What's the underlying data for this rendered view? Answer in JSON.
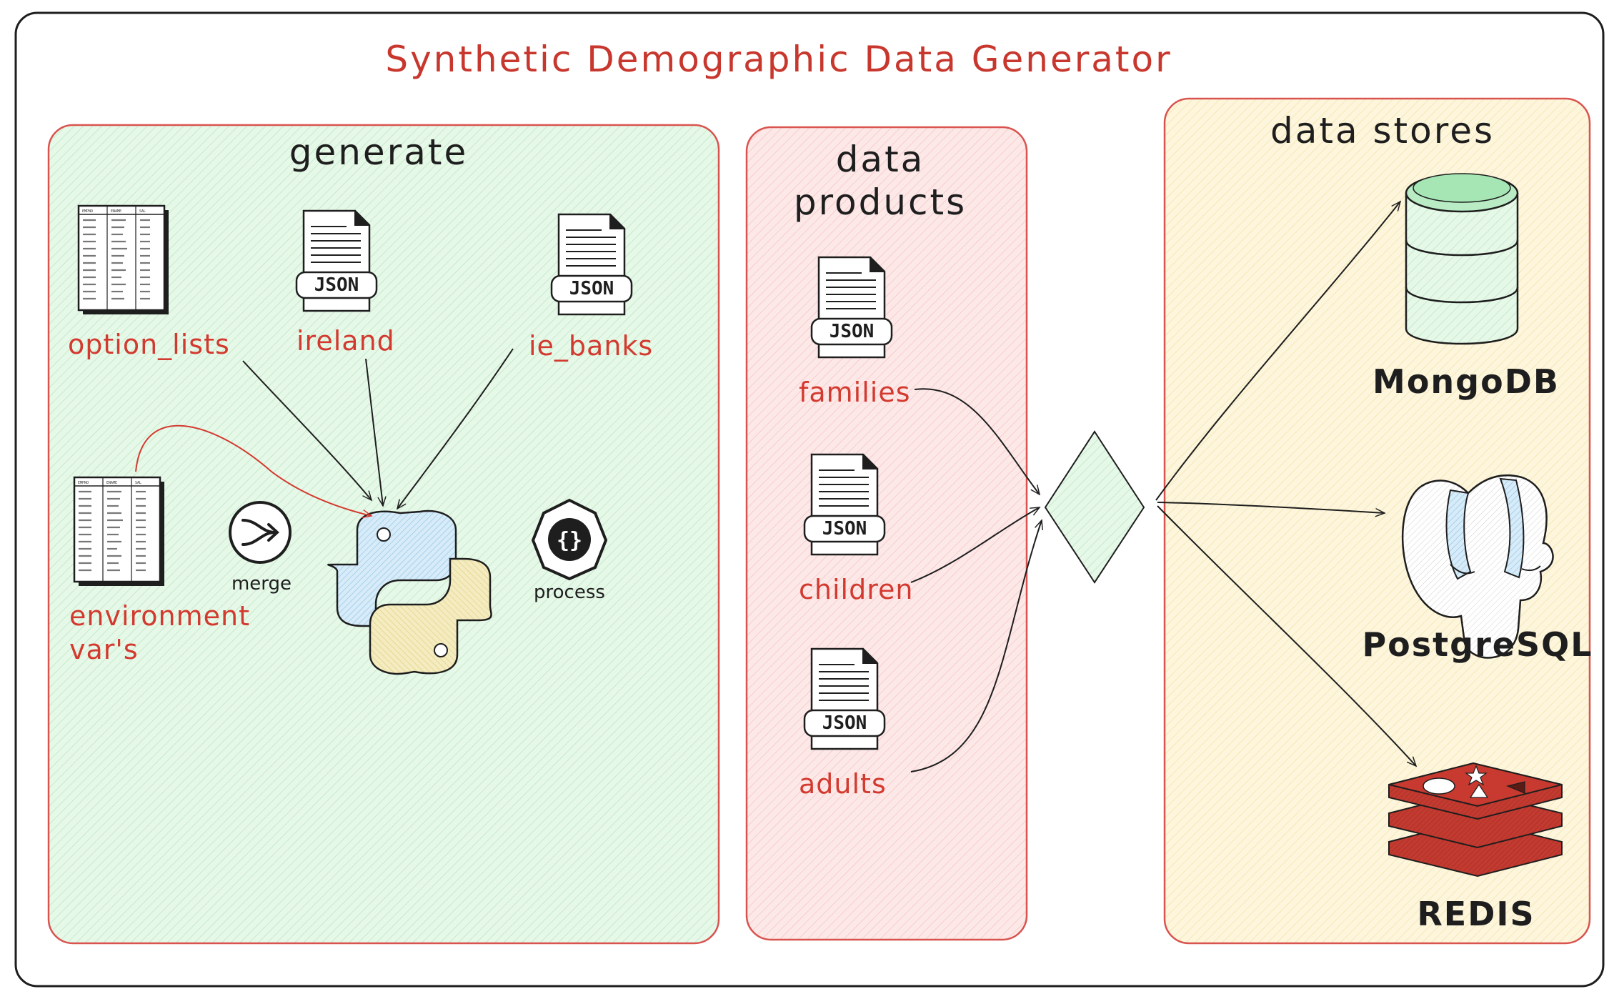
{
  "title": "Synthetic Demographic Data Generator",
  "sections": {
    "generate": "generate",
    "data_products_line1": "data",
    "data_products_line2": "products",
    "data_stores": "data stores"
  },
  "generate": {
    "option_lists": "option_lists",
    "ireland": "ireland",
    "ie_banks": "ie_banks",
    "environment_line1": "environment",
    "environment_line2": "var's",
    "merge": "merge",
    "process": "process",
    "process_glyph": "{}",
    "table_header": [
      "EMPNO",
      "ENAME",
      "SAL"
    ],
    "json_tag": "JSON"
  },
  "products": {
    "families": "families",
    "children": "children",
    "adults": "adults",
    "json_tag": "JSON"
  },
  "stores": {
    "mongodb": "MongoDB",
    "postgresql": "PostgreSQL",
    "redis": "REDIS"
  },
  "colors": {
    "title_red": "#c8372d",
    "label_red": "#d33a2f",
    "generate_bg": "#e3f7e6",
    "products_bg": "#fde4e4",
    "stores_bg": "#fdf4d7",
    "border_red": "#d9534f"
  },
  "icons": [
    "table-icon",
    "json-file-icon",
    "merge-icon",
    "process-icon",
    "python-logo-icon",
    "diamond-junction-icon",
    "mongodb-database-icon",
    "postgresql-elephant-icon",
    "redis-logo-icon"
  ]
}
